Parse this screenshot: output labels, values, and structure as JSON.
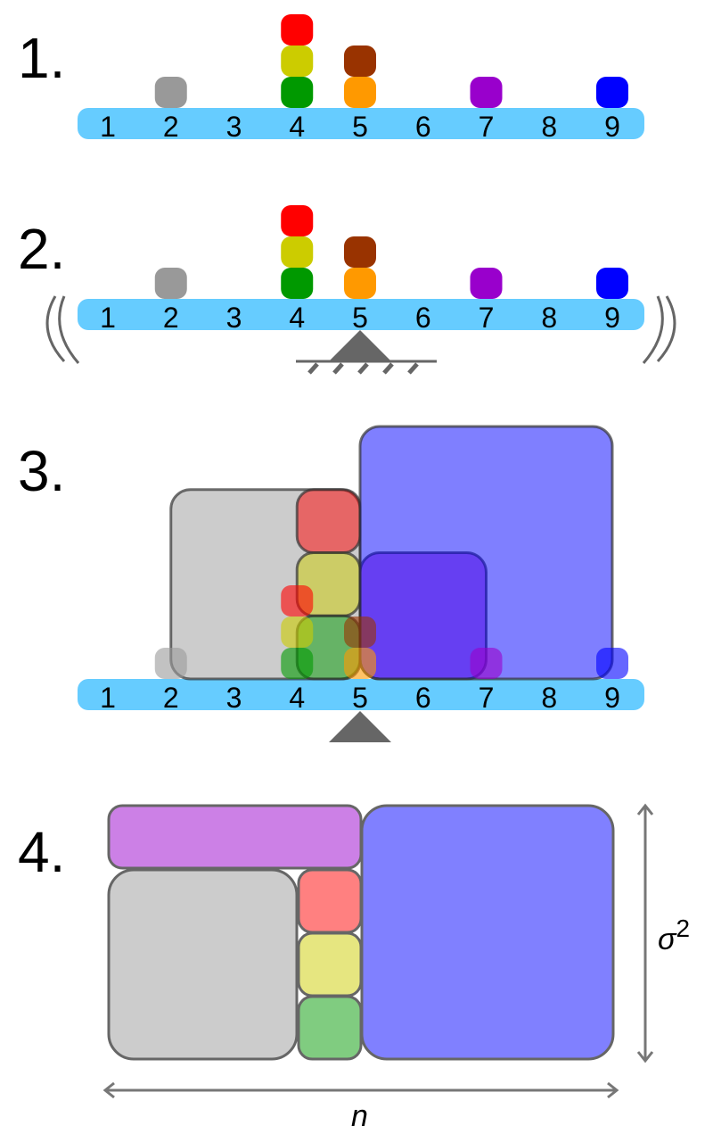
{
  "title": "Variance as moment of inertia — four step illustration",
  "colors": {
    "beam": "#66ccff",
    "support": "#666666",
    "outline": "#555555"
  },
  "axis_ticks": [
    "1",
    "2",
    "3",
    "4",
    "5",
    "6",
    "7",
    "8",
    "9"
  ],
  "mean": 5,
  "points": [
    {
      "value": 2,
      "level": 0,
      "color": "#999999",
      "name": "gray"
    },
    {
      "value": 4,
      "level": 0,
      "color": "#009900",
      "name": "green"
    },
    {
      "value": 4,
      "level": 1,
      "color": "#cccc00",
      "name": "yellow"
    },
    {
      "value": 4,
      "level": 2,
      "color": "#ff0000",
      "name": "red"
    },
    {
      "value": 5,
      "level": 0,
      "color": "#ff9900",
      "name": "orange"
    },
    {
      "value": 5,
      "level": 1,
      "color": "#993300",
      "name": "brown"
    },
    {
      "value": 7,
      "level": 0,
      "color": "#9900cc",
      "name": "purple"
    },
    {
      "value": 9,
      "level": 0,
      "color": "#0000ff",
      "name": "blue"
    }
  ],
  "steps": [
    {
      "label": "1."
    },
    {
      "label": "2."
    },
    {
      "label": "3."
    },
    {
      "label": "4."
    }
  ],
  "squares_step3": [
    {
      "name": "gray-square",
      "from": 2,
      "deviation": 3,
      "color": "#999999"
    },
    {
      "name": "red-square",
      "from": 4,
      "deviation": 1,
      "level": 2,
      "color": "#ff0000"
    },
    {
      "name": "yellow-square",
      "from": 4,
      "deviation": 1,
      "level": 1,
      "color": "#cccc00"
    },
    {
      "name": "green-square",
      "from": 4,
      "deviation": 1,
      "level": 0,
      "color": "#009900"
    },
    {
      "name": "purple-square",
      "from": 5,
      "deviation": 2,
      "color": "#9900cc"
    },
    {
      "name": "blue-square",
      "from": 5,
      "deviation": 4,
      "color": "#0000ff"
    }
  ],
  "step4": {
    "x_label": "n",
    "y_label": "σ",
    "y_label_exp": "2"
  }
}
